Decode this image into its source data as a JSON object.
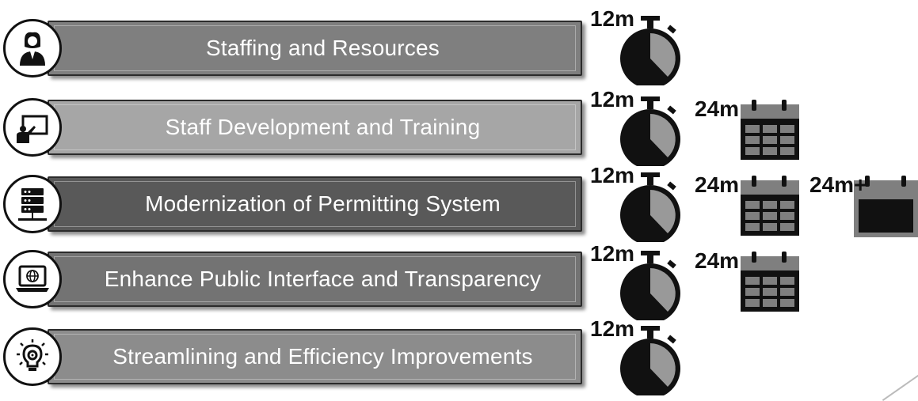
{
  "colors": {
    "banner_1": "#7f7f7f",
    "banner_2": "#a6a6a6",
    "banner_3": "#595959",
    "banner_4": "#737373",
    "banner_5": "#8c8c8c",
    "icon_dark": "#111111",
    "wedge": "#999999"
  },
  "rows": [
    {
      "label": "Staffing and Resources",
      "icon": "person-icon"
    },
    {
      "label": "Staff Development and Training",
      "icon": "presentation-board-icon"
    },
    {
      "label": "Modernization of Permitting System",
      "icon": "server-icon"
    },
    {
      "label": "Enhance Public Interface and Transparency",
      "icon": "laptop-globe-icon"
    },
    {
      "label": "Streamlining and Efficiency Improvements",
      "icon": "lightbulb-gear-icon"
    }
  ],
  "timelines": {
    "timer_label": "12m",
    "calendar_label": "24m",
    "calendar_plus_label": "24m+"
  }
}
